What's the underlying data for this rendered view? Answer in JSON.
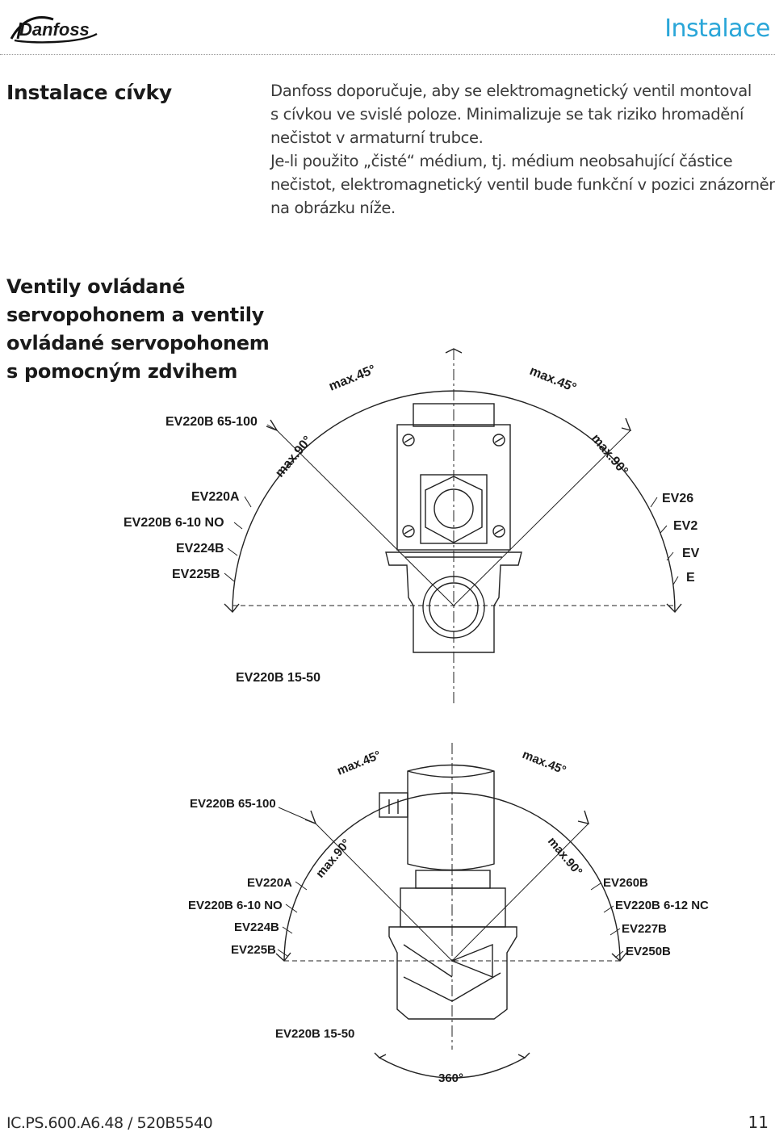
{
  "header": {
    "brand": "Danfoss",
    "title": "Instalace"
  },
  "section1": {
    "heading": "Instalace cívky",
    "lines": [
      "Danfoss doporučuje, aby se elektromagnetický ventil montoval",
      "s cívkou ve svislé poloze. Minimalizuje se tak riziko hromadění",
      "nečistot v armaturní trubce.",
      "Je-li použito „čisté“ médium, tj. médium neobsahující částice",
      "nečistot, elektromagnetický ventil bude funkční v pozici znázorněné",
      "na obrázku níže."
    ]
  },
  "section2": {
    "heading_lines": [
      "Ventily ovládané",
      "servopohonem a ventily",
      "ovládané servopohonem",
      "s pomocným zdvihem"
    ]
  },
  "diagram1": {
    "angle_45_left": "max.45°",
    "angle_45_right": "max.45°",
    "angle_90_left": "max.90°",
    "angle_90_right": "max.90°",
    "label_65_100": "EV220B 65-100",
    "left_labels": [
      "EV220A",
      "EV220B 6-10 NO",
      "EV224B",
      "EV225B"
    ],
    "right_labels": [
      "EV26",
      "EV2",
      "EV",
      "E"
    ],
    "bottom_label": "EV220B 15-50"
  },
  "diagram2": {
    "angle_45_left": "max.45°",
    "angle_45_right": "max.45°",
    "angle_90_left": "max.90°",
    "angle_90_right": "max.90°",
    "label_65_100": "EV220B 65-100",
    "left_labels": [
      "EV220A",
      "EV220B 6-10 NO",
      "EV224B",
      "EV225B"
    ],
    "right_labels": [
      "EV260B",
      "EV220B 6-12 NC",
      "EV227B",
      "EV250B"
    ],
    "bottom_label": "EV220B 15-50",
    "rotation_label": "360°"
  },
  "footer": {
    "code": "IC.PS.600.A6.48 / 520B5540",
    "page": "11"
  }
}
